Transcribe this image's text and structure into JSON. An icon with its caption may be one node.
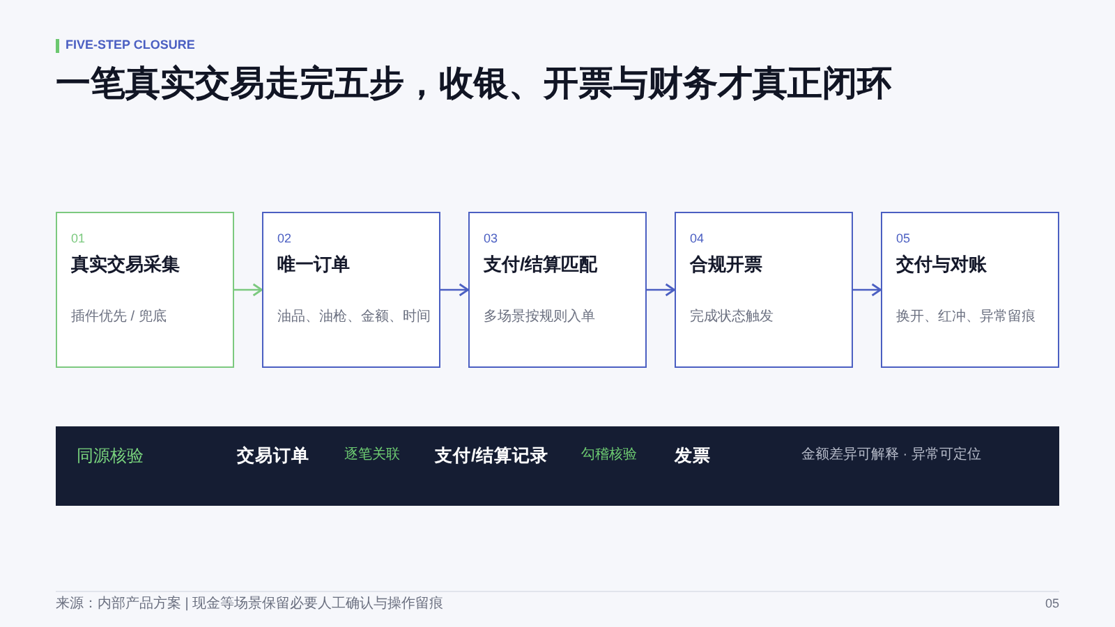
{
  "diagram": {
    "title": "一笔真实交易走完五步，收银、开票与财务才真正闭环",
    "nodes": [
      {
        "text": [
          "01",
          "真实交易采集",
          "插件优先 / 兜底"
        ]
      },
      {
        "text": [
          "02",
          "唯一订单",
          "油品、油枪、金额、时间"
        ]
      },
      {
        "text": [
          "03",
          "支付/结算匹配",
          "多场景按规则入单"
        ]
      },
      {
        "text": [
          "04",
          "合规开票",
          "完成状态触发"
        ]
      },
      {
        "text": [
          "05",
          "交付与对账",
          "换开、红冲、异常留痕"
        ]
      },
      {
        "text": [
          "同源核验",
          "交易订单",
          "逐笔关联",
          "支付/结算记录",
          "勾稽核验",
          "发票",
          "金额差异可解释 · 异常可定位"
        ]
      }
    ],
    "edges": [
      {
        "from": 0,
        "to": 1,
        "arrow": "to",
        "color": "#7cc97f"
      },
      {
        "from": 1,
        "to": 2,
        "arrow": "to"
      },
      {
        "from": 2,
        "to": 3,
        "arrow": "to"
      },
      {
        "from": 3,
        "to": 4,
        "arrow": "to"
      }
    ],
    "labels": [
      "FIVE-STEP CLOSURE",
      "来源：内部产品方案 | 现金等场景保留必要人工确认与操作留痕",
      "05"
    ]
  }
}
